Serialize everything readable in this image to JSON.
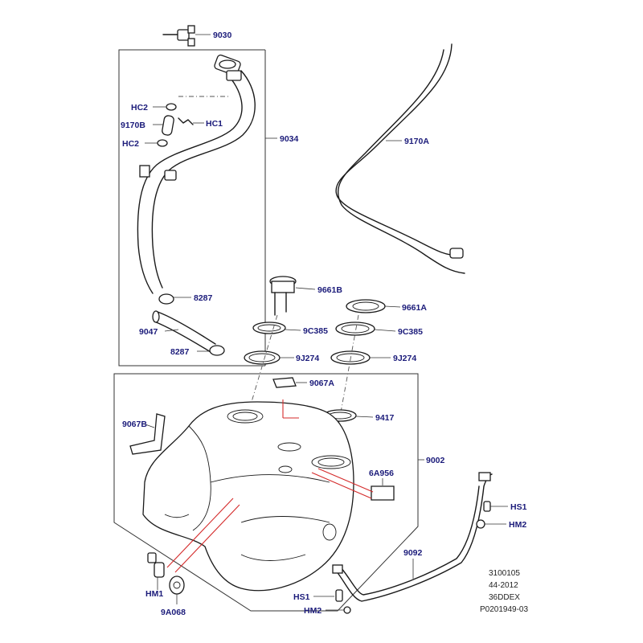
{
  "diagram": {
    "callouts": [
      {
        "id": "9030",
        "text": "9030"
      },
      {
        "id": "9034",
        "text": "9034"
      },
      {
        "id": "HC2a",
        "text": "HC2"
      },
      {
        "id": "9170B",
        "text": "9170B"
      },
      {
        "id": "HC1",
        "text": "HC1"
      },
      {
        "id": "HC2b",
        "text": "HC2"
      },
      {
        "id": "9170A",
        "text": "9170A"
      },
      {
        "id": "8287a",
        "text": "8287"
      },
      {
        "id": "9047",
        "text": "9047"
      },
      {
        "id": "8287b",
        "text": "8287"
      },
      {
        "id": "9661B",
        "text": "9661B"
      },
      {
        "id": "9C385a",
        "text": "9C385"
      },
      {
        "id": "9J274a",
        "text": "9J274"
      },
      {
        "id": "9661A",
        "text": "9661A"
      },
      {
        "id": "9C385b",
        "text": "9C385"
      },
      {
        "id": "9J274b",
        "text": "9J274"
      },
      {
        "id": "9067A",
        "text": "9067A"
      },
      {
        "id": "9067B",
        "text": "9067B"
      },
      {
        "id": "9417",
        "text": "9417"
      },
      {
        "id": "9002",
        "text": "9002"
      },
      {
        "id": "6A956",
        "text": "6A956"
      },
      {
        "id": "HS1a",
        "text": "HS1"
      },
      {
        "id": "HM2a",
        "text": "HM2"
      },
      {
        "id": "9092",
        "text": "9092"
      },
      {
        "id": "HM1",
        "text": "HM1"
      },
      {
        "id": "9A068",
        "text": "9A068"
      },
      {
        "id": "HS1b",
        "text": "HS1"
      },
      {
        "id": "HM2b",
        "text": "HM2"
      }
    ],
    "reference": [
      "3100105",
      "44-2012",
      "36DDEX",
      "P0201949-03"
    ]
  }
}
